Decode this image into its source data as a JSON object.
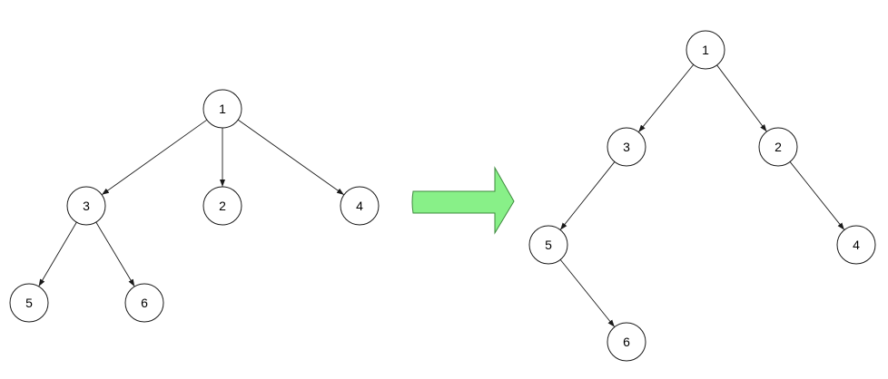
{
  "left_tree": {
    "nodes": [
      {
        "id": "L1",
        "label": "1"
      },
      {
        "id": "L3",
        "label": "3"
      },
      {
        "id": "L2",
        "label": "2"
      },
      {
        "id": "L4",
        "label": "4"
      },
      {
        "id": "L5",
        "label": "5"
      },
      {
        "id": "L6",
        "label": "6"
      }
    ],
    "edges": [
      [
        "L1",
        "L3"
      ],
      [
        "L1",
        "L2"
      ],
      [
        "L1",
        "L4"
      ],
      [
        "L3",
        "L5"
      ],
      [
        "L3",
        "L6"
      ]
    ]
  },
  "right_tree": {
    "nodes": [
      {
        "id": "R1",
        "label": "1"
      },
      {
        "id": "R3",
        "label": "3"
      },
      {
        "id": "R2",
        "label": "2"
      },
      {
        "id": "R5",
        "label": "5"
      },
      {
        "id": "R4",
        "label": "4"
      },
      {
        "id": "R6",
        "label": "6"
      }
    ],
    "edges": [
      [
        "R1",
        "R3"
      ],
      [
        "R1",
        "R2"
      ],
      [
        "R3",
        "R5"
      ],
      [
        "R2",
        "R4"
      ],
      [
        "R5",
        "R6"
      ]
    ]
  },
  "arrow": {
    "icon": "right-arrow-icon",
    "fill": "#88f088",
    "stroke": "#3d8a3d"
  }
}
